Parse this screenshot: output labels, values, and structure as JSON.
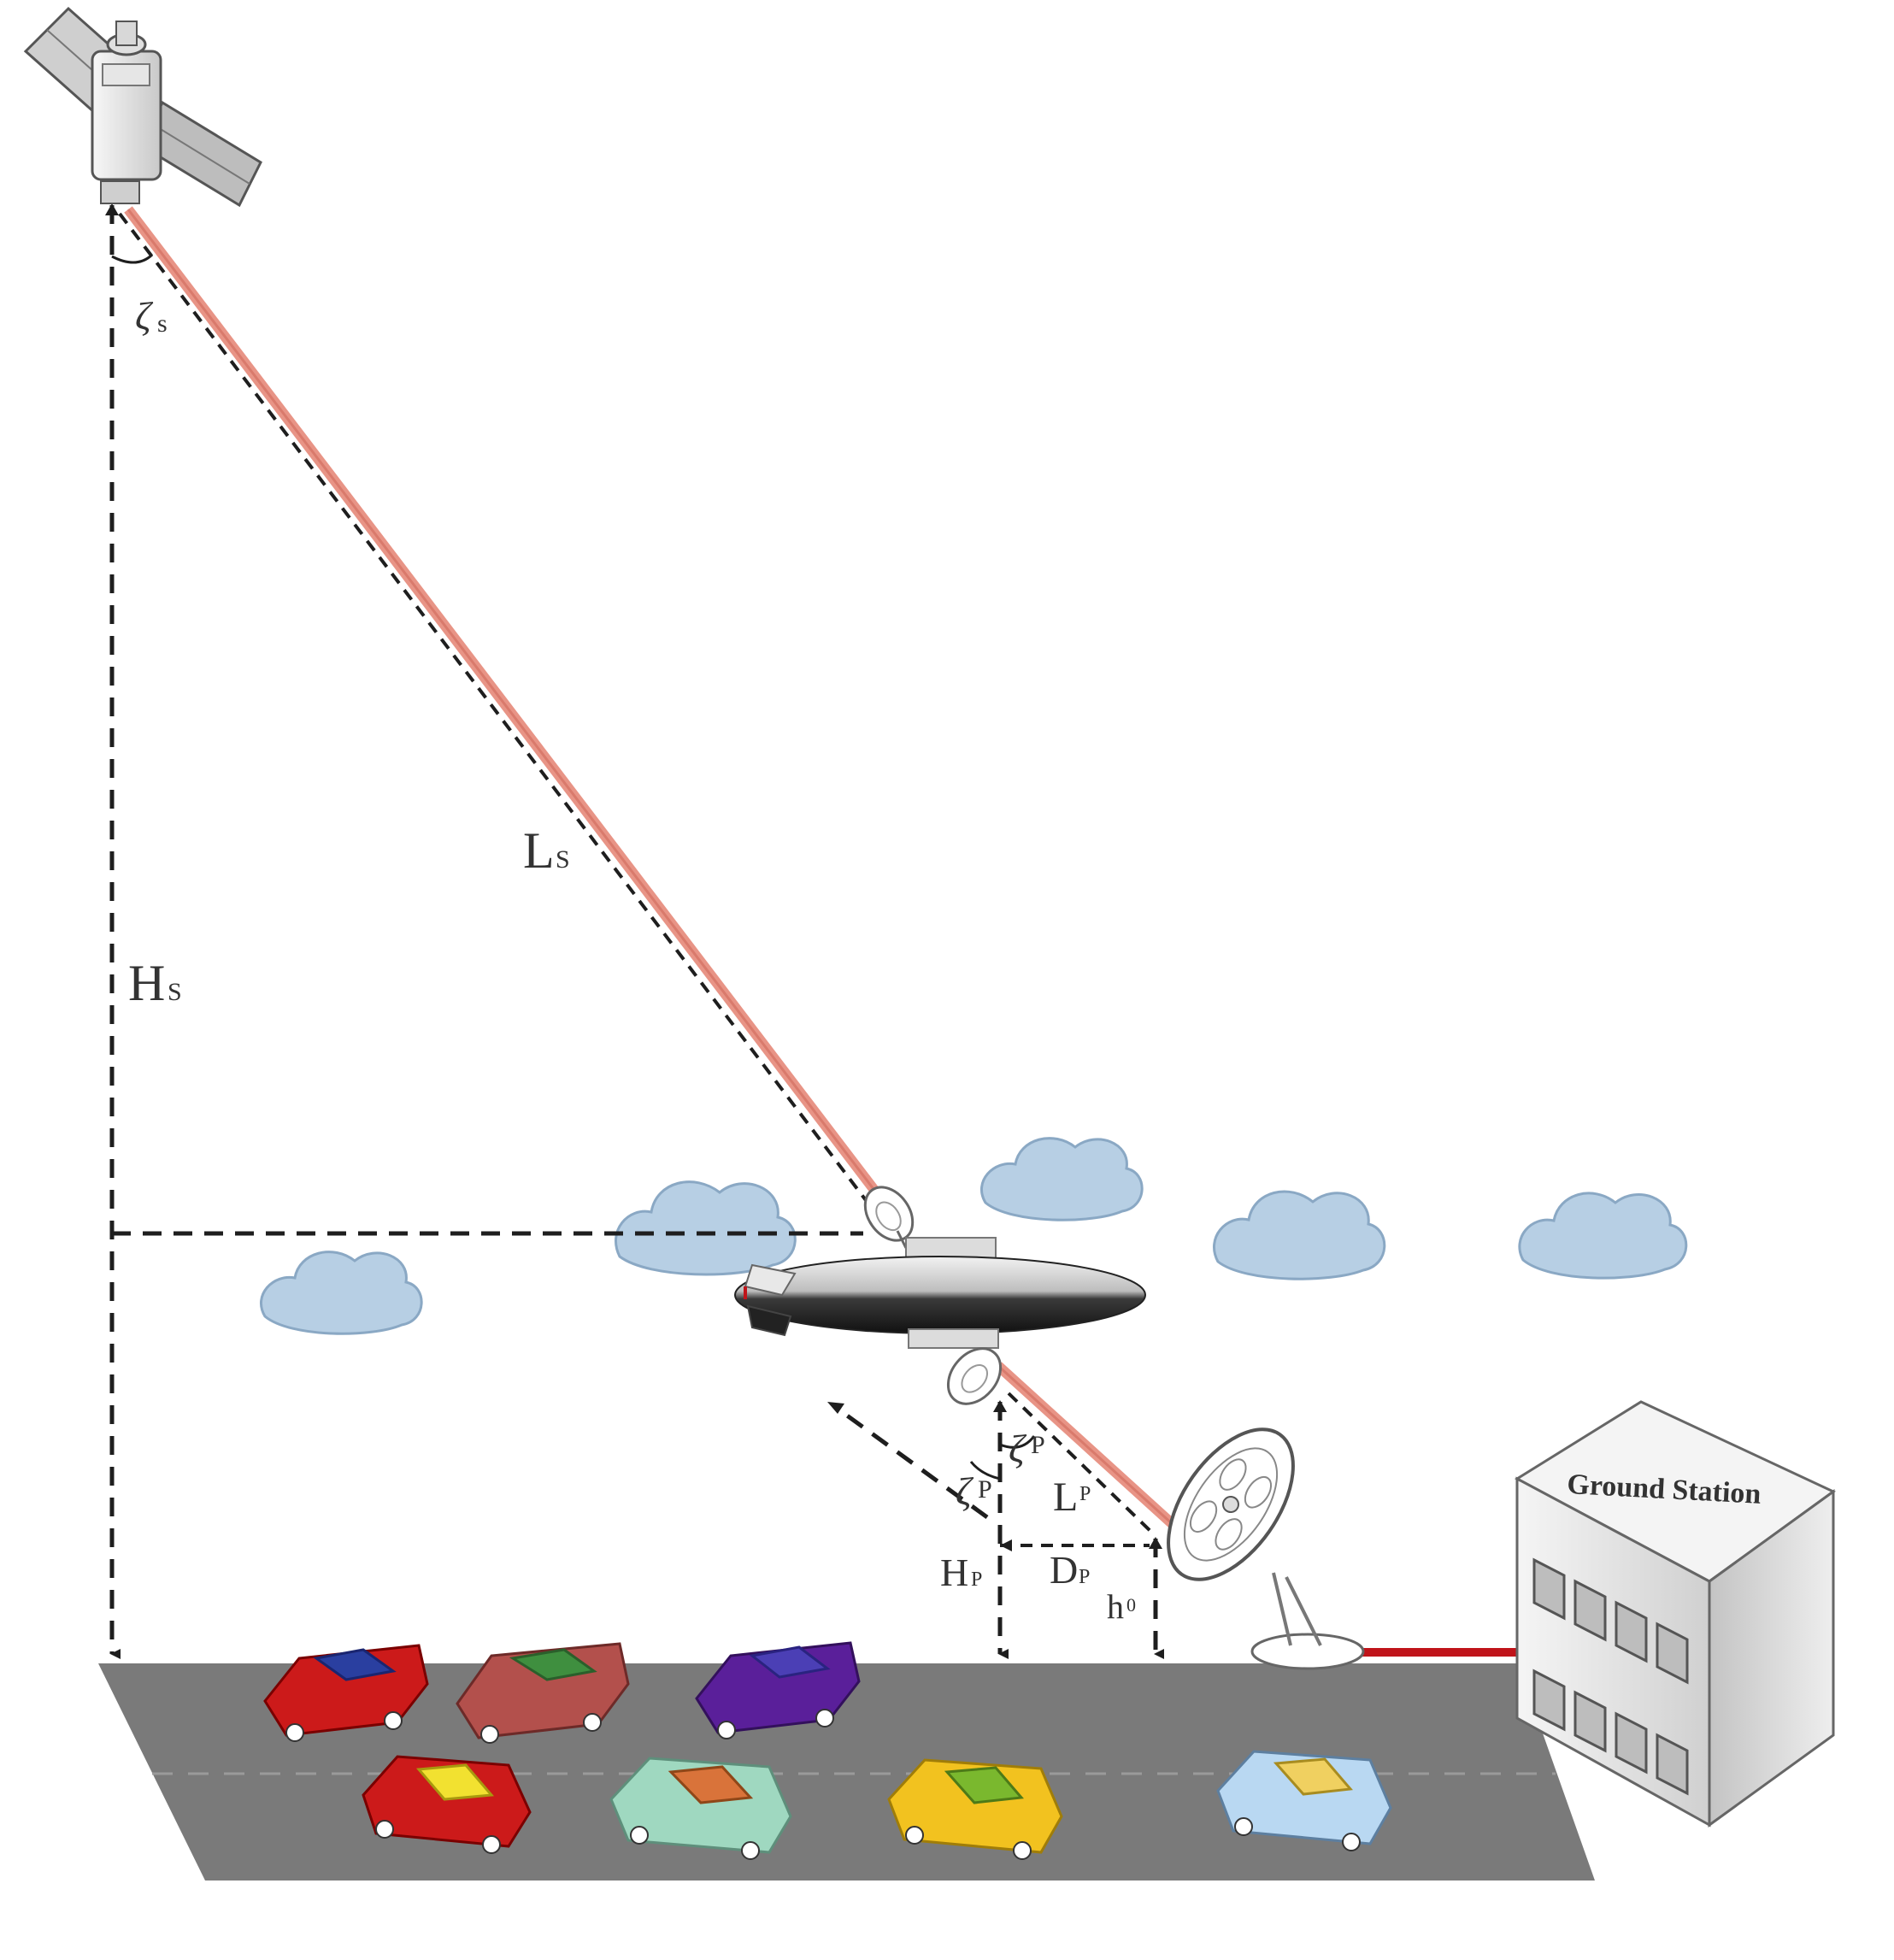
{
  "labels": {
    "hs_main": "H",
    "hs_sub": "S",
    "ls_main": "L",
    "ls_sub": "S",
    "zeta_s_main": "ζ",
    "zeta_s_sub": "s",
    "zeta_p1_main": "ζ",
    "zeta_p1_sub": "P",
    "zeta_p2_main": "ζ",
    "zeta_p2_sub": "P",
    "lp_main": "L",
    "lp_sub": "P",
    "hp_main": "H",
    "hp_sub": "P",
    "dp_main": "D",
    "dp_sub": "P",
    "h0_main": "h",
    "h0_sub": "0",
    "ground_station": "Ground Station"
  },
  "colors": {
    "laser_link": "#e89486",
    "laser_core": "#d97a6c",
    "ground_link": "#c0141a",
    "road": "#7a7a7a",
    "cloud_fill": "#b7cfe4",
    "cloud_stroke": "#8aa8c4"
  },
  "icons": {
    "satellite": "satellite-icon",
    "airship": "airship-icon",
    "ground_antenna": "dish-antenna-icon",
    "building": "building-icon",
    "cars": "car-icon"
  }
}
